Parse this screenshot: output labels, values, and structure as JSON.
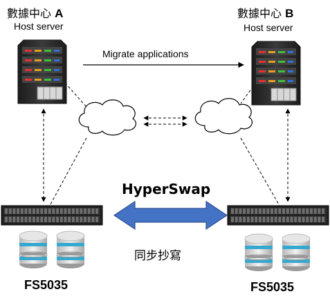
{
  "site_a": {
    "name": "數據中心",
    "letter": "A",
    "role": "Host server"
  },
  "site_b": {
    "name": "數據中心",
    "letter": "B",
    "role": "Host server"
  },
  "migrate_label": "Migrate applications",
  "hyperswap_label": "HyperSwap",
  "sync_label": "同步抄寫",
  "storage_a_label": "FS5035",
  "storage_b_label": "FS5035",
  "icons": [
    "server-icon",
    "cloud-icon",
    "storage-array-icon",
    "database-icon",
    "double-arrow-icon"
  ],
  "colors": {
    "arrow_fill": "#4472c4",
    "arrow_stroke": "#2f528f",
    "server_dark": "#2a2a2a"
  }
}
